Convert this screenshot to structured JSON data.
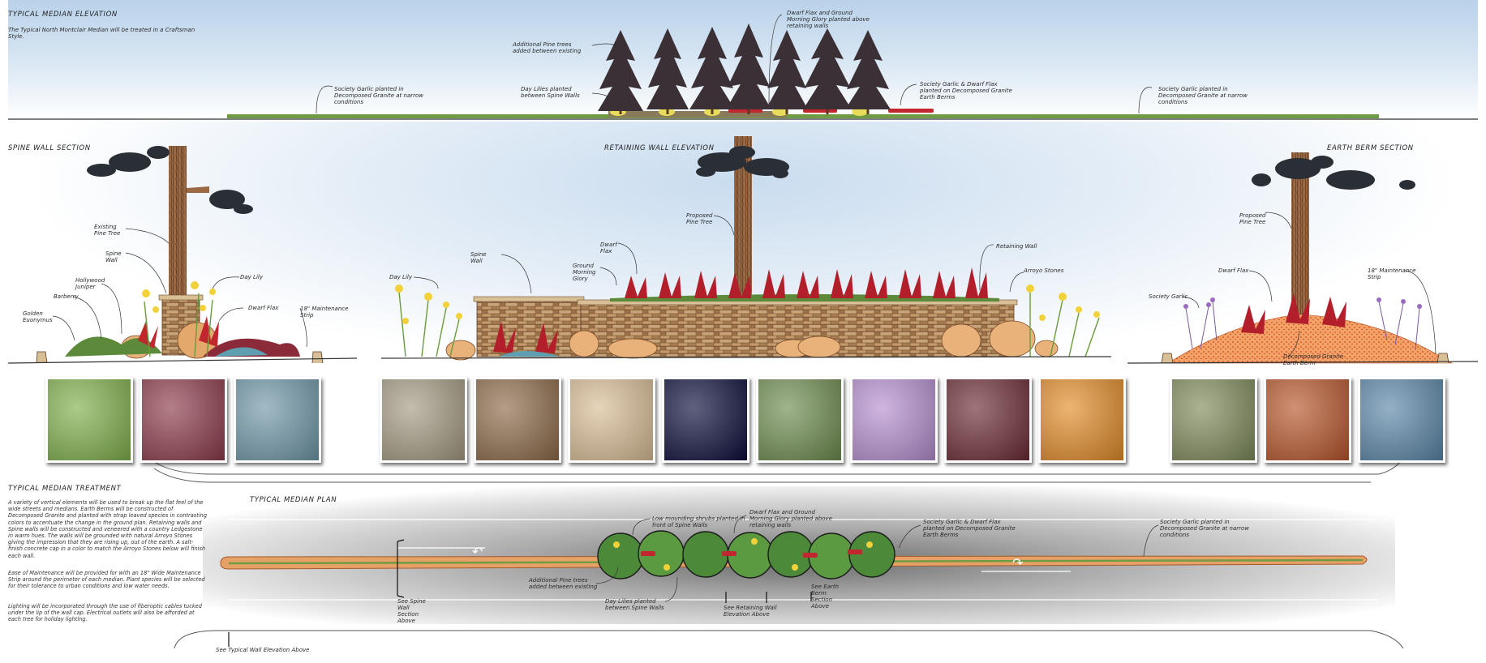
{
  "sections": {
    "typical_median_elevation": {
      "title": "TYPICAL MEDIAN ELEVATION",
      "description": "The Typical North Montclair Median will be treated in a Craftsman Style.",
      "callouts": {
        "pine_trees": "Additional Pine trees\nadded between existing",
        "dwarf_flax": "Dwarf Flax and Ground\nMorning Glory planted above\nretaining walls",
        "day_lilies": "Day Lilies planted\nbetween Spine Walls",
        "garlic_left": "Society Garlic planted in\nDecomposed Granite at narrow\nconditions",
        "garlic_berms": "Society Garlic & Dwarf Flax\nplanted on Decomposed Granite\nEarth Berms",
        "garlic_right": "Society Garlic planted in\nDecomposed Granite at narrow\nconditions"
      }
    },
    "spine_wall_section": {
      "title": "SPINE WALL SECTION",
      "callouts": {
        "existing_pine": "Existing\nPine Tree",
        "spine_wall": "Spine\nWall",
        "day_lily": "Day Lily",
        "hollywood_juniper": "Hollywood\nJuniper",
        "barberry": "Barberry",
        "dwarf_flax": "Dwarf Flax",
        "golden_euonymus": "Golden\nEuonymus",
        "maintenance_strip": "18\" Maintenance\nStrip"
      }
    },
    "retaining_wall_elevation": {
      "title": "RETAINING WALL ELEVATION",
      "callouts": {
        "proposed_pine": "Proposed\nPine Tree",
        "spine_wall": "Spine\nWall",
        "day_lily": "Day Lily",
        "dwarf_flax": "Dwarf\nFlax",
        "ground_morning_glory": "Ground\nMorning\nGlory",
        "retaining_wall": "Retaining Wall",
        "arroyo_stones": "Arroyo Stones"
      }
    },
    "earth_berm_section": {
      "title": "EARTH BERM SECTION",
      "callouts": {
        "proposed_pine": "Proposed\nPine Tree",
        "dwarf_flax": "Dwarf Flax",
        "society_garlic": "Society Garlic",
        "maintenance_strip": "18\" Maintenance\nStrip",
        "decomposed_granite": "Decomposed Granite\nEarth Berm"
      }
    },
    "typical_median_treatment": {
      "title": "TYPICAL MEDIAN TREATMENT",
      "paragraphs": [
        "A variety of vertical elements will be used to break up the flat feel of the wide streets and medians. Earth Berms will be constructed of Decomposed Granite and planted with strap leaved species in contrasting colors to accentuate the change in the ground plan. Retaining walls and Spine walls will be constructed and veneered with a country Ledgestone in warm hues. The walls will be grounded with natural Arroyo Stones giving the impression that they are rising up, out of the earth. A salt-finish concrete cap in a color to match the Arroyo Stones below will finish each wall.",
        "Ease of Maintenance will be provided for with an 18\" Wide Maintenance Strip around the perimeter of each median. Plant species will be selected for their tolerance to urban conditions and low water needs.",
        "Lighting will be incorporated through the use of fiberoptic cables tucked under the lip of the wall cap. Electrical outlets will also be afforded at each tree for holiday lighting."
      ]
    },
    "typical_median_plan": {
      "title": "TYPICAL MEDIAN PLAN",
      "callouts": {
        "low_shrubs": "Low mounding shrubs planted in\nfront of Spine Walls",
        "dwarf_flax": "Dwarf Flax and Ground\nMorning Glory planted above\nretaining walls",
        "garlic_berms": "Society Garlic & Dwarf Flax\nplanted on Decomposed Granite\nEarth Berms",
        "garlic_right": "Society Garlic planted in\nDecomposed Granite at narrow\nconditions",
        "pine_trees": "Additional Pine trees\nadded between existing",
        "day_lilies": "Day Lilies planted\nbetween Spine Walls",
        "see_spine": "See Spine\nWall\nSection\nAbove",
        "see_retaining": "See Retaining Wall\nElevation Above",
        "see_berm": "See Earth\nBerm\nSection\nAbove",
        "see_typical": "See Typical Wall Elevation Above"
      }
    }
  },
  "palette": {
    "sky": "#c6dbee",
    "stone": "#b58a5c",
    "red_flax": "#b21f2b",
    "lily": "#f2d23a",
    "pine": "#3b3036",
    "granite": "#e0702f"
  },
  "photo_thumbnails": [
    {
      "icon": "golden-euonymus-photo",
      "color": "#7fb04a"
    },
    {
      "icon": "barberry-photo",
      "color": "#8c3a4a"
    },
    {
      "icon": "juniper-photo",
      "color": "#6f97a8"
    },
    {
      "icon": "arroyo-stones-photo",
      "color": "#a39a82"
    },
    {
      "icon": "ledgestone-photo",
      "color": "#8c6a48"
    },
    {
      "icon": "wall-cap-photo",
      "color": "#d9bd95"
    },
    {
      "icon": "fiberoptic-lighting-photo",
      "color": "#0b0d3a"
    },
    {
      "icon": "pine-photo",
      "color": "#6d8c4e"
    },
    {
      "icon": "morning-glory-photo",
      "color": "#b58ecf"
    },
    {
      "icon": "dwarf-flax-photo",
      "color": "#6b2a34"
    },
    {
      "icon": "day-lily-photo",
      "color": "#e28b27"
    },
    {
      "icon": "society-garlic-photo",
      "color": "#7e8a5a"
    },
    {
      "icon": "decomposed-granite-photo",
      "color": "#b8552a"
    },
    {
      "icon": "blue-fescue-photo",
      "color": "#5a86a8"
    }
  ]
}
